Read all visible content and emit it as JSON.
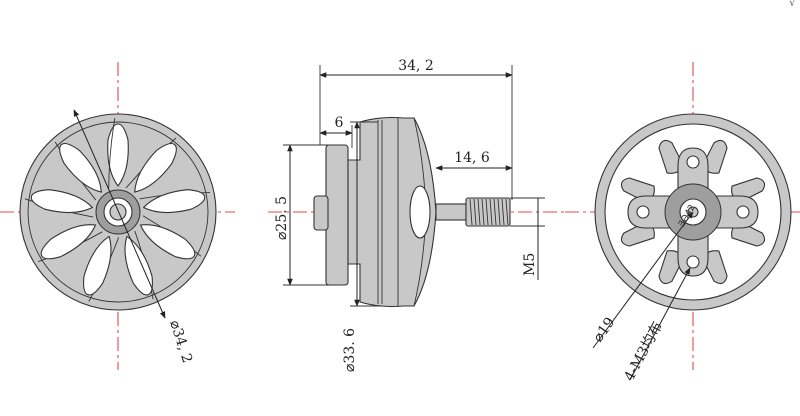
{
  "dimensions": {
    "length_total": "34, 2",
    "flange_thickness": "6",
    "shaft_length": "14, 6",
    "flange_diameter": "⌀25. 5",
    "bell_diameter": "⌀33. 6",
    "shaft_thread": "M5",
    "front_diameter": "⌀34, 2",
    "mount_circle": "⌀19",
    "mount_holes": "4-M3均布",
    "hub_label": "ƎƏ42"
  },
  "colors": {
    "centerline": "#e34a4a",
    "line": "#333333",
    "fill": "#c8c8c8"
  },
  "corner_glyph": "√"
}
